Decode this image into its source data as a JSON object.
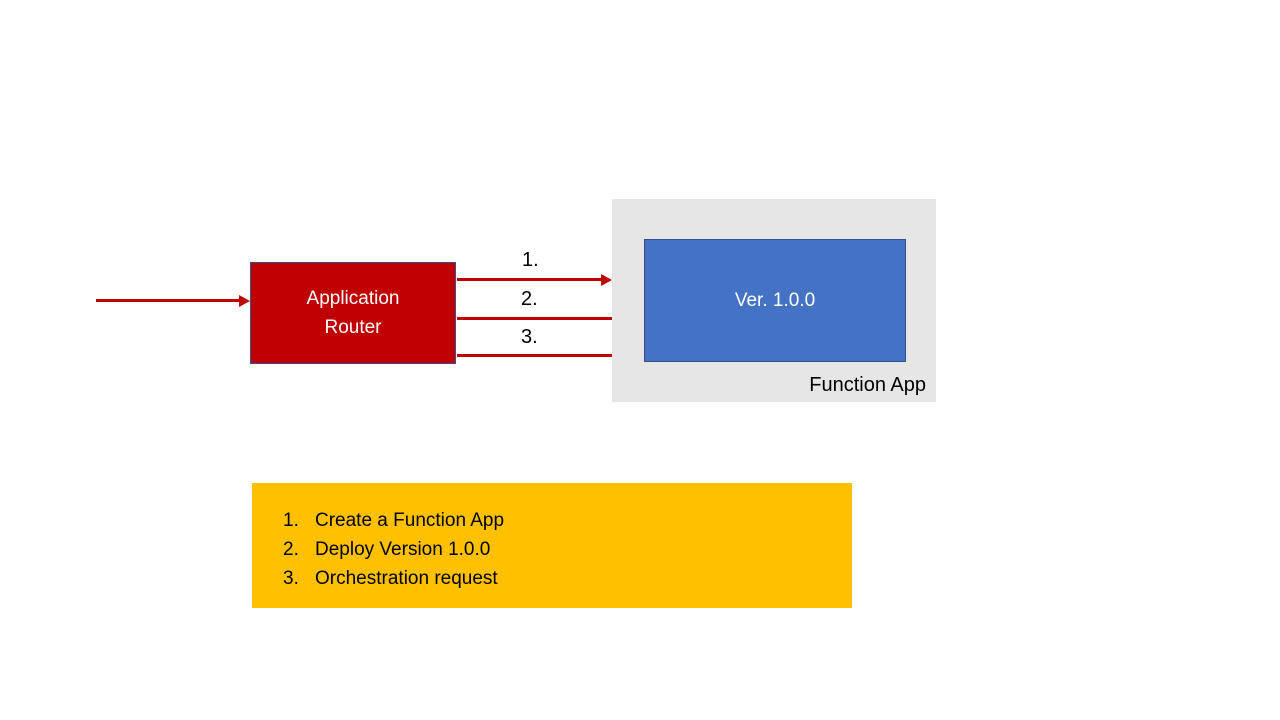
{
  "router": {
    "label": "Application Router"
  },
  "arrows": {
    "labels": [
      "1.",
      "2.",
      "3."
    ]
  },
  "function_app": {
    "label": "Function App",
    "version_label": "Ver. 1.0.0"
  },
  "legend": {
    "numbers": [
      "1.",
      "2.",
      "3."
    ],
    "items": [
      "Create a Function App",
      "Deploy Version 1.0.0",
      "Orchestration request"
    ]
  },
  "colors": {
    "router_fill": "#C00000",
    "arrow_red": "#C00000",
    "version_fill": "#4472C4",
    "box_border": "#2F528F",
    "function_app_fill": "#E6E6E6",
    "legend_fill": "#FFC000",
    "text_dark": "#000000",
    "text_light": "#FFFFFF"
  }
}
